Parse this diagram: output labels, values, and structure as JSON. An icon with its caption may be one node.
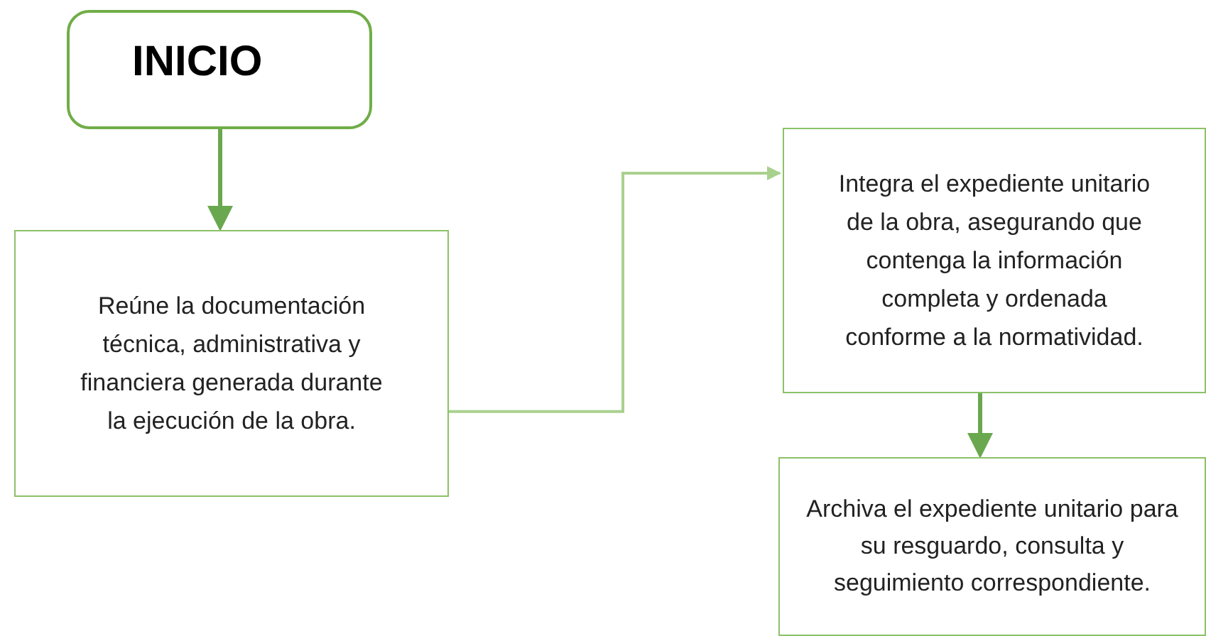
{
  "diagram": {
    "nodes": [
      {
        "text": [
          "INICIO"
        ]
      },
      {
        "text": [
          "Reúne la documentación técnica, administrativa y financiera generada durante la ejecución de la obra."
        ]
      },
      {
        "text": [
          "Integra el expediente unitario de la obra, asegurando que contenga la información completa y ordenada conforme a la normatividad."
        ]
      },
      {
        "text": [
          "Archiva el expediente unitario para su resguardo, consulta y seguimiento correspondiente."
        ]
      }
    ],
    "edges": [
      {
        "from": 0,
        "to": 1,
        "arrow": "to"
      },
      {
        "from": 1,
        "to": 2,
        "arrow": "to",
        "color": "#a9d18e"
      },
      {
        "from": 2,
        "to": 3,
        "arrow": "to"
      }
    ]
  }
}
